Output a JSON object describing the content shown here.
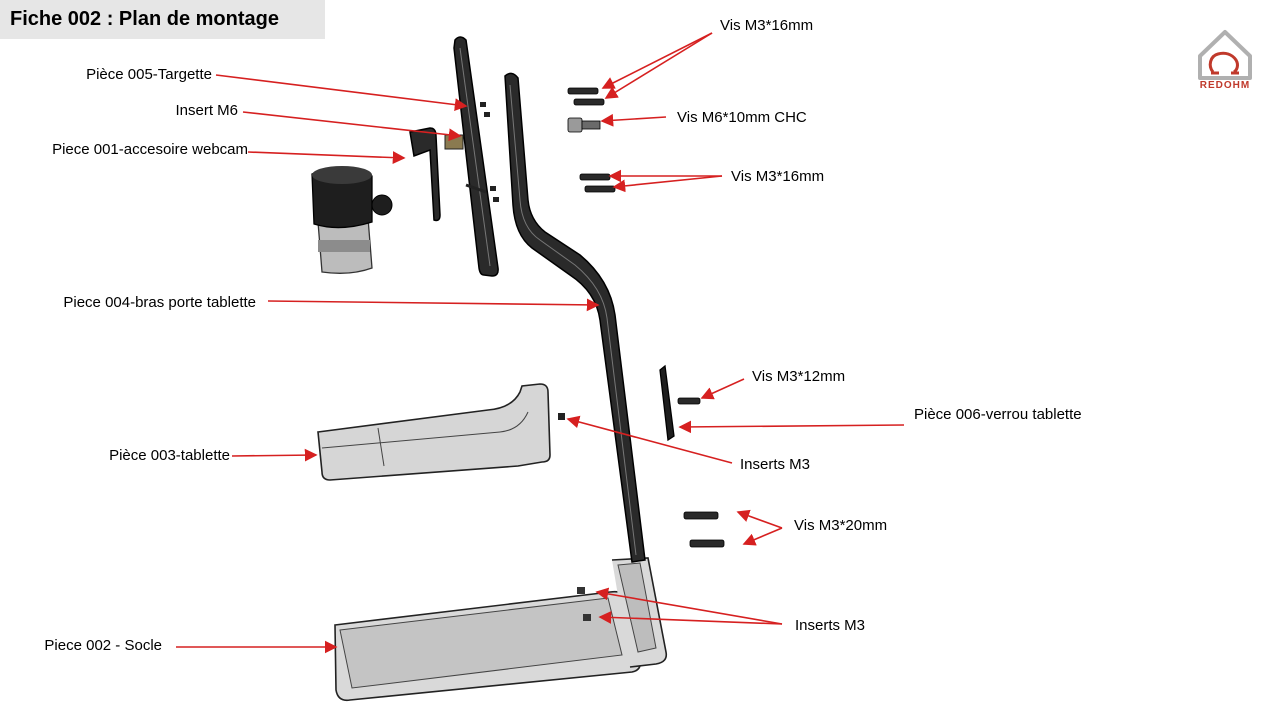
{
  "title": "Fiche 002 : Plan de montage",
  "logo": {
    "text": "REDOHM",
    "icon": "house-omega-logo",
    "color": "#c0392b"
  },
  "accent_color": "#d62020",
  "labels": {
    "targette": "Pièce 005-Targette",
    "insert_m6": "Insert M6",
    "webcam": "Piece 001-accesoire webcam",
    "bras": "Piece 004-bras porte tablette",
    "tablette": "Pièce 003-tablette",
    "socle": "Piece 002 - Socle",
    "vis_m3_16_top": "Vis M3*16mm",
    "vis_m6": "Vis M6*10mm CHC",
    "vis_m3_16_mid": "Vis M3*16mm",
    "vis_m3_12": "Vis M3*12mm",
    "verrou": "Pièce 006-verrou tablette",
    "inserts_m3_mid": "Inserts M3",
    "vis_m3_20": "Vis M3*20mm",
    "inserts_m3_bottom": "Inserts M3"
  }
}
